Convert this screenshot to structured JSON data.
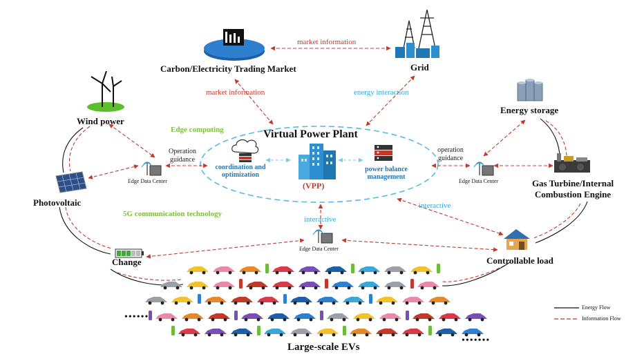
{
  "title": "Virtual Power Plant",
  "vpp_tag": "(VPP)",
  "center_functions": {
    "coordination": "coordination and optimization",
    "power_balance": "power balance management"
  },
  "nodes": {
    "market": "Carbon/Electricity Trading Market",
    "grid": "Grid",
    "wind": "Wind power",
    "pv": "Photovoltaic",
    "storage": "Energy storage",
    "gas": "Gas Turbine/Internal Combustion Engine",
    "change": "Change",
    "load": "Controllable load",
    "evs": "Large-scale EVs"
  },
  "edge": {
    "left": "Edge Data Center",
    "right": "Edge Data Center",
    "center": "Edge Data Center"
  },
  "labels": {
    "market_info_top": "market information",
    "market_info_left": "market information",
    "energy_interaction": "energy interaction",
    "edge_computing": "Edge computing",
    "op_guidance_left": "Operation guidance",
    "op_guidance_right": "operation guidance",
    "comm_5g": "5G communication technology",
    "interactive_center": "interactive",
    "interactive_right": "interactive"
  },
  "ev_dots": {
    "left": "••••••",
    "right": "•••••••"
  },
  "legend": {
    "energy_flow": "Energy Flow",
    "information_flow": "Information Flow"
  },
  "colors": {
    "information_flow": "#c0392b",
    "energy_flow": "#111111",
    "vpp_ellipse": "#5bb8e0",
    "market_label": "#c0392b",
    "interaction_label": "#31a9d8",
    "green_label": "#7cbf3c",
    "building": "#2d8fd0"
  },
  "icons": [
    "wind-turbine-icon",
    "solar-panel-icon",
    "battery-change-icon",
    "trading-market-icon",
    "grid-tower-icon",
    "energy-storage-icon",
    "gas-turbine-icon",
    "house-icon",
    "cloud-server-icon",
    "server-rack-icon",
    "city-building-icon",
    "edge-antenna-icon",
    "ev-car-icon",
    "charging-pile-icon"
  ]
}
